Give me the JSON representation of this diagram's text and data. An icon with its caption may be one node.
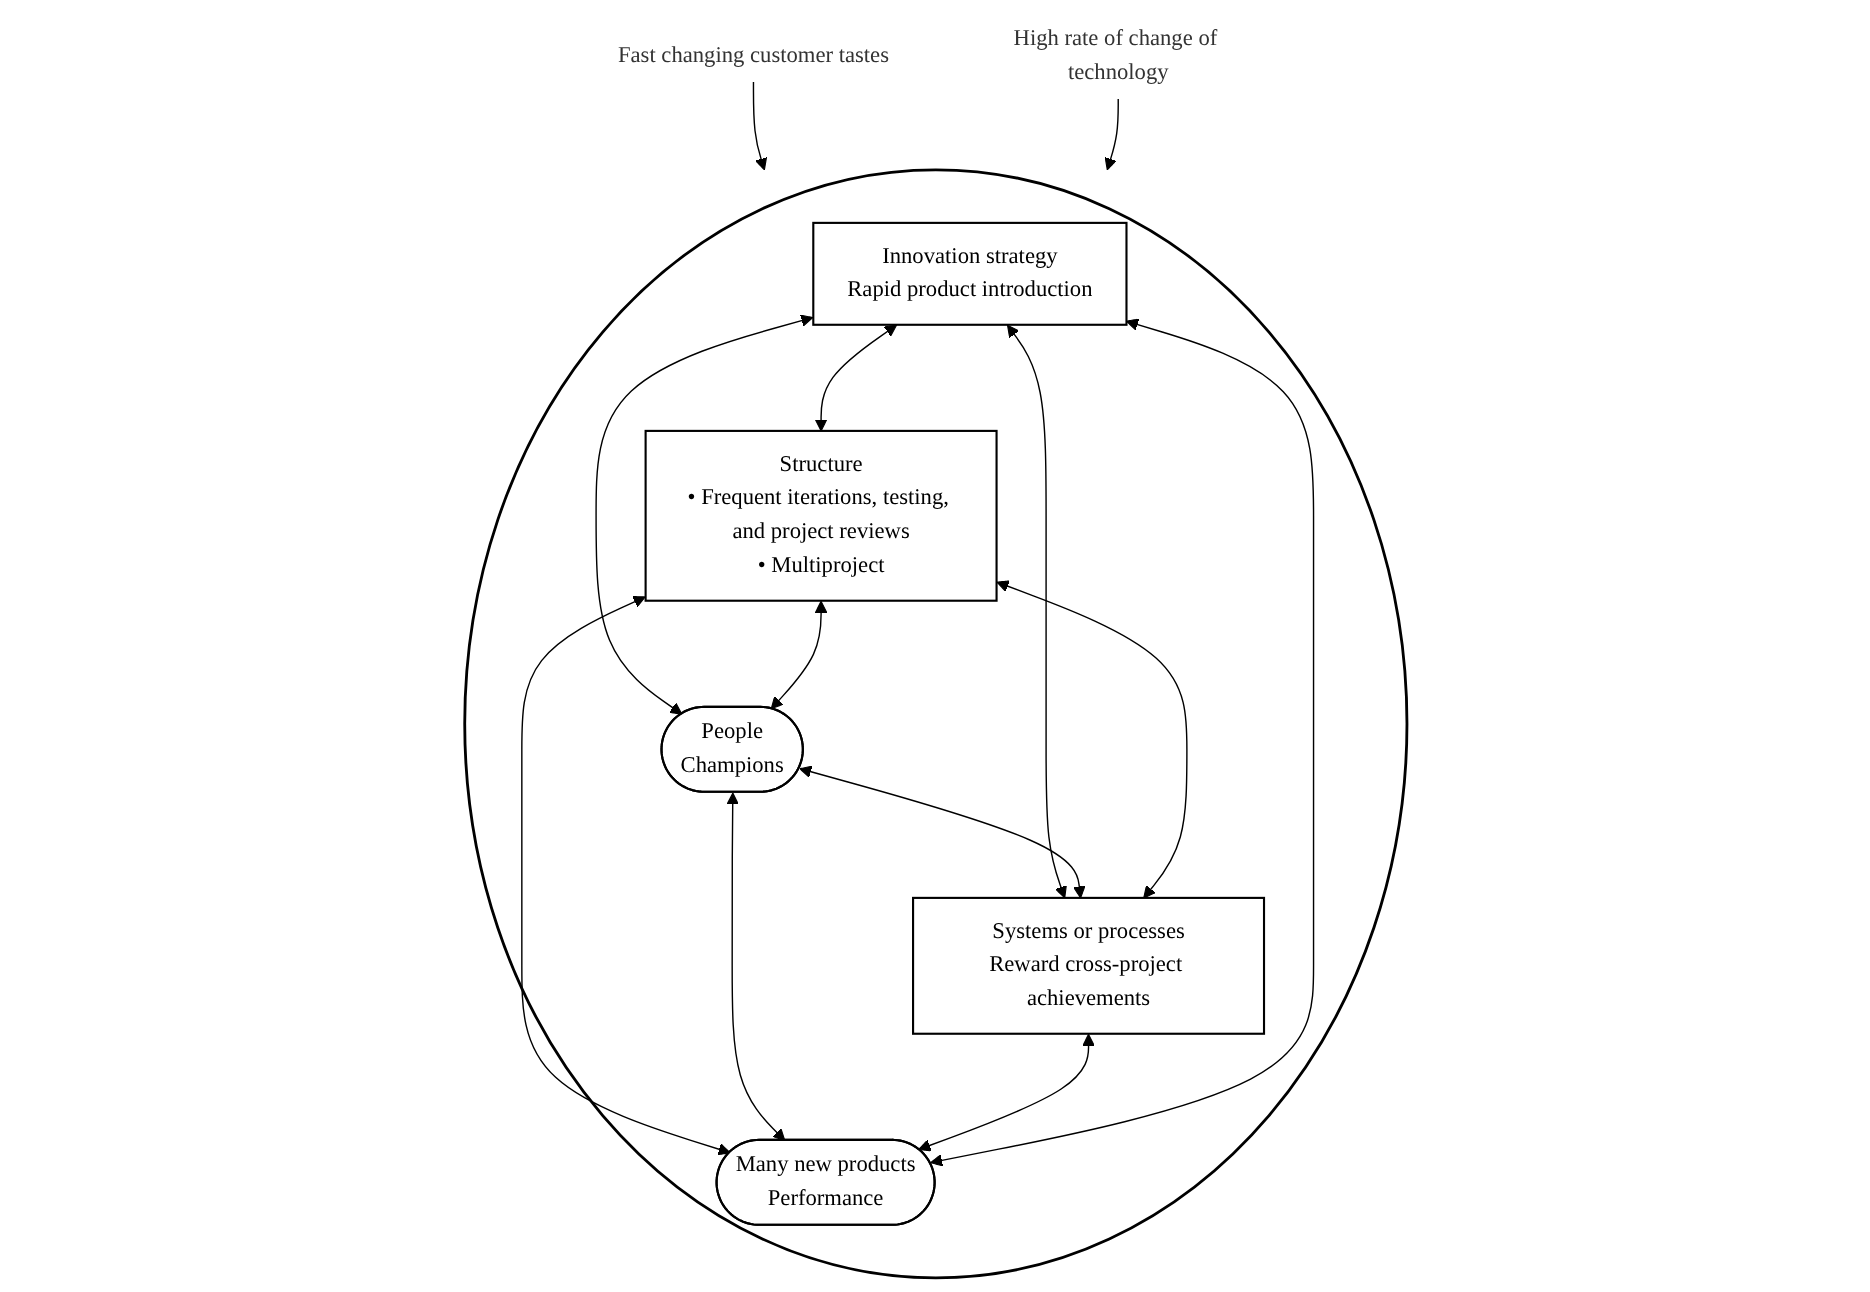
{
  "diagram": {
    "nodes": [
      {
        "text": [],
        "shape": "ellipse"
      },
      {
        "text": [
          "Innovation strategy",
          "Rapid product introduction"
        ],
        "in": 0
      },
      {
        "text": [
          "Structure",
          "• Frequent iterations, testing, and project reviews",
          "• Multiproject"
        ],
        "in": 0
      },
      {
        "text": [
          "People",
          "Champions"
        ],
        "in": 0
      },
      {
        "text": [
          "Systems or processes",
          "Reward cross-project achievements"
        ],
        "in": 0
      },
      {
        "text": [
          "Many new products",
          "Performance"
        ],
        "in": 0
      },
      {
        "text": [
          "Fast changing customer tastes"
        ]
      },
      {
        "text": [
          "High rate of change of technology"
        ]
      }
    ],
    "edges": [
      {
        "from": 1,
        "to": 2,
        "arrow": "both"
      },
      {
        "from": 1,
        "to": 3,
        "arrow": "both"
      },
      {
        "from": 1,
        "to": 4,
        "arrow": "both"
      },
      {
        "from": 2,
        "to": 3,
        "arrow": "both"
      },
      {
        "from": 3,
        "to": 4,
        "arrow": "both"
      },
      {
        "from": 2,
        "to": 4,
        "arrow": "both"
      },
      {
        "from": 2,
        "to": 5,
        "arrow": "both"
      },
      {
        "from": 3,
        "to": 5,
        "arrow": "both"
      },
      {
        "from": 4,
        "to": 5,
        "arrow": "both"
      },
      {
        "from": 5,
        "to": 1,
        "arrow": "both"
      },
      {
        "from": 6,
        "to": 0,
        "arrow": "to"
      },
      {
        "from": 7,
        "to": 0,
        "arrow": "to"
      }
    ]
  }
}
